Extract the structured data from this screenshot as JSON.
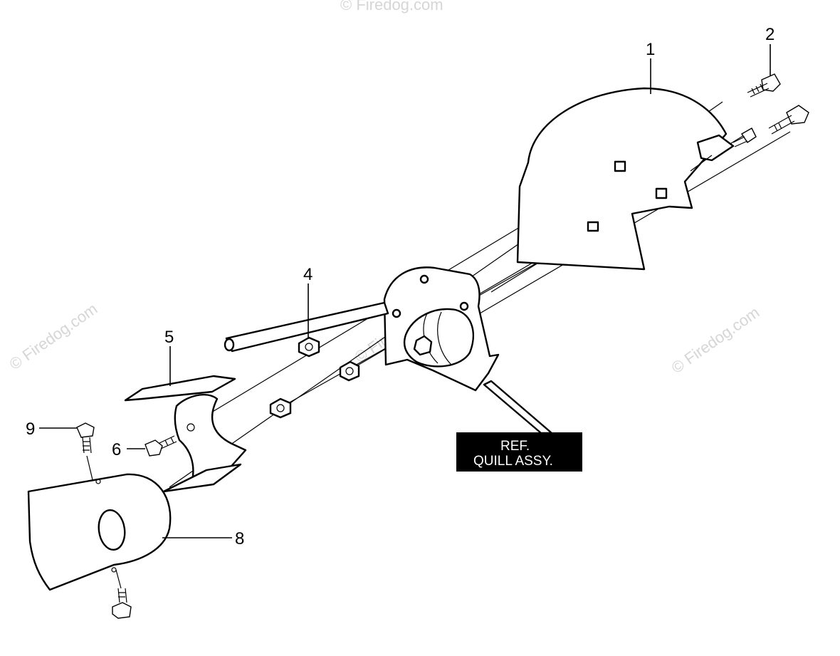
{
  "watermark": {
    "text": "© Firedog.com",
    "color": "#d6d6d6"
  },
  "callouts": {
    "c1": "1",
    "c2": "2",
    "c4": "4",
    "c5": "5",
    "c6": "6",
    "c8": "8",
    "c9": "9"
  },
  "reference_label": {
    "line1": "REF.",
    "line2": "QUILL ASSY."
  },
  "colors": {
    "line": "#000000",
    "background": "#ffffff",
    "ref_box_bg": "#000000",
    "ref_box_text": "#ffffff"
  }
}
